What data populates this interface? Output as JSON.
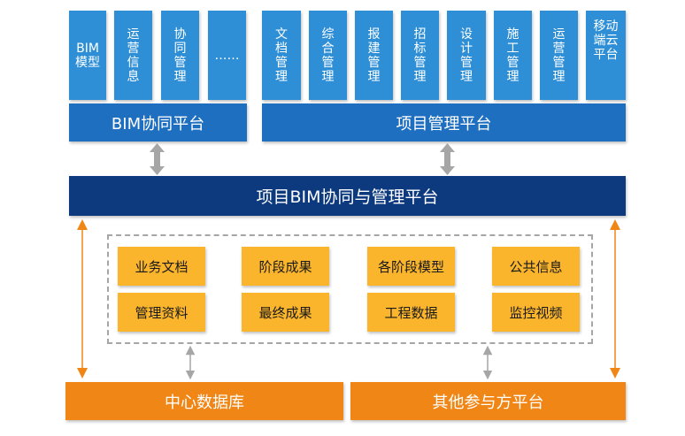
{
  "left_group": {
    "tiles": [
      "BIM\n模型",
      "运\n营\n信\n息",
      "协\n同\n管\n理",
      "……"
    ],
    "platform_label": "BIM协同平台"
  },
  "right_group": {
    "tiles": [
      "文\n档\n管\n理",
      "综\n合\n管\n理",
      "报\n建\n管\n理",
      "招\n标\n管\n理",
      "设\n计\n管\n理",
      "施\n工\n管\n理",
      "运\n营\n管\n理",
      "移动\n端云\n平台"
    ],
    "platform_label": "项目管理平台"
  },
  "core_platform": "项目BIM协同与管理平台",
  "data_items": {
    "row1": [
      "业务文档",
      "阶段成果",
      "各阶段模型",
      "公共信息"
    ],
    "row2": [
      "管理资料",
      "最终成果",
      "工程数据",
      "监控视频"
    ]
  },
  "bottom": {
    "left": "中心数据库",
    "right": "其他参与方平台"
  },
  "colors": {
    "tile_blue": "#2f8fd6",
    "platform_blue": "#1f6fc0",
    "core_navy": "#0d3a7f",
    "item_yellow": "#fbb52c",
    "bottom_orange": "#ef8615",
    "arrow_gray": "#a6a6a6"
  }
}
